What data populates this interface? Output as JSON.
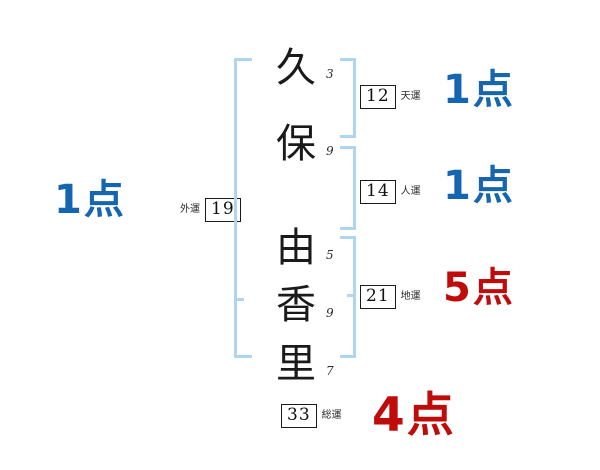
{
  "diagram": {
    "type": "japanese-name-fortune-chart",
    "name_characters": [
      {
        "char": "久",
        "strokes": "3"
      },
      {
        "char": "保",
        "strokes": "9"
      },
      {
        "char": "由",
        "strokes": "5"
      },
      {
        "char": "香",
        "strokes": "9"
      },
      {
        "char": "里",
        "strokes": "7"
      }
    ],
    "outer_fortune": {
      "label": "外運",
      "value": "19",
      "score": "1点"
    },
    "fortunes": [
      {
        "value": "12",
        "label": "天運",
        "score": "1点",
        "color": "#1565b0"
      },
      {
        "value": "14",
        "label": "人運",
        "score": "1点",
        "color": "#1565b0"
      },
      {
        "value": "21",
        "label": "地運",
        "score": "5点",
        "color": "#c10b0b"
      }
    ],
    "total_fortune": {
      "value": "33",
      "label": "総運",
      "score": "4点",
      "color": "#c10b0b"
    },
    "colors": {
      "blue": "#1565b0",
      "red": "#c10b0b",
      "bracket": "#aed6ef",
      "ink": "#1a1a1a",
      "background": "#ffffff"
    }
  }
}
